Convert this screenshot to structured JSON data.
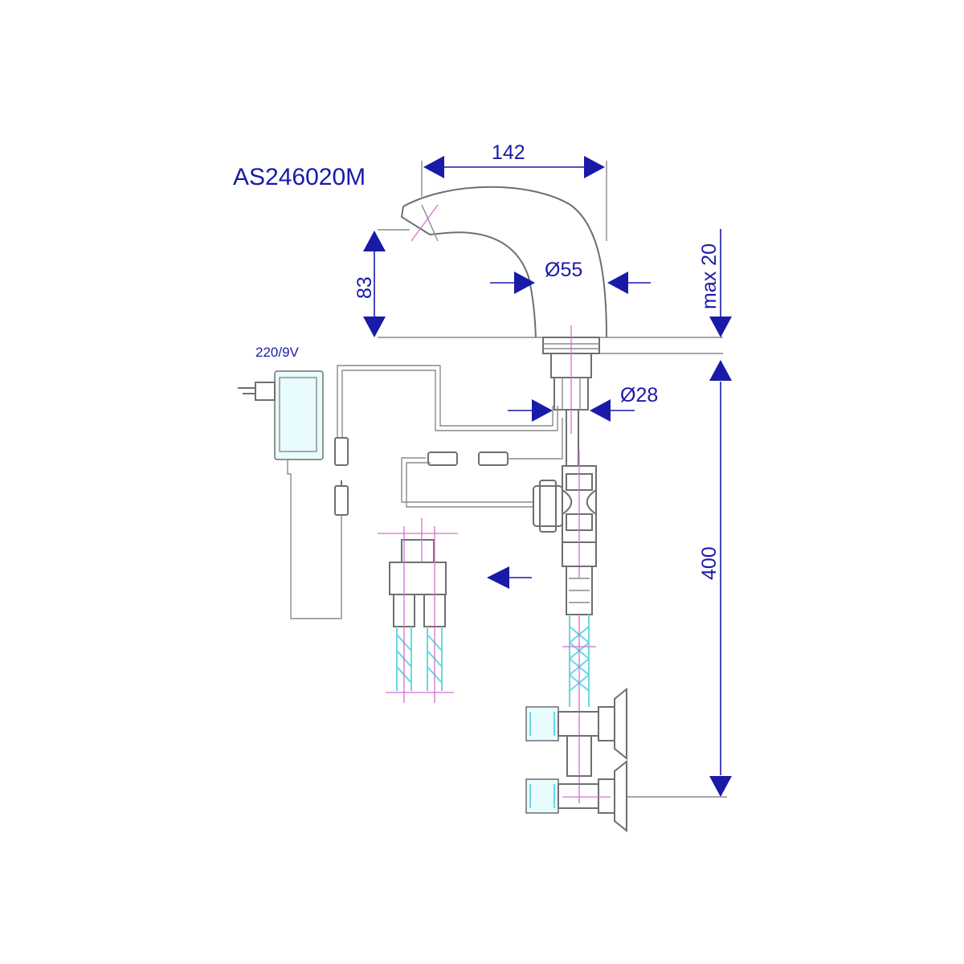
{
  "model_code": "AS246020M",
  "adapter_label": "220/9V",
  "dimensions": {
    "spout_reach": "142",
    "spout_height": "83",
    "body_diameter": "Ø55",
    "max_deck_thickness": "max 20",
    "shank_diameter": "Ø28",
    "install_depth": "400"
  },
  "colors": {
    "dimension_ink": "#1a1aa8",
    "line_ink": "#6f6f6f",
    "hose_accent": "#6ad6e6",
    "centerline_accent": "#d36fd0"
  }
}
